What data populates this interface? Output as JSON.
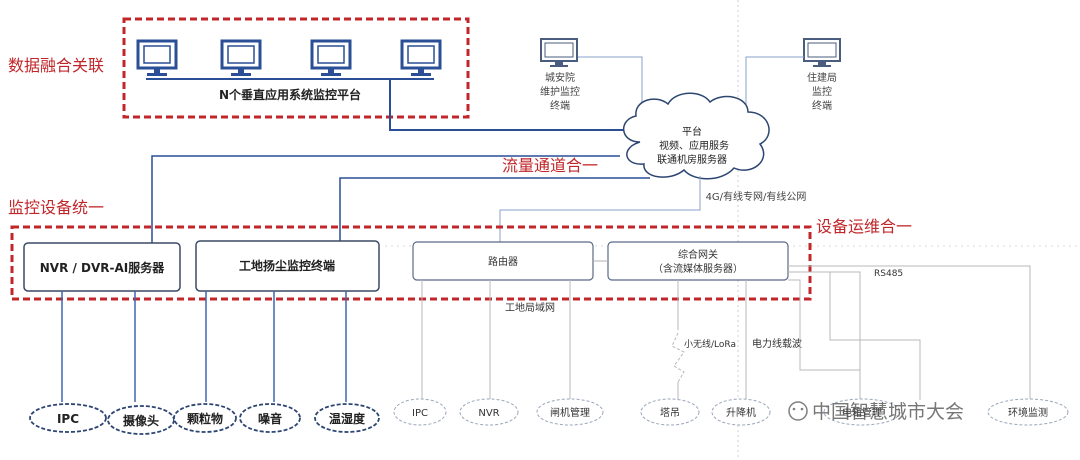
{
  "red_labels": {
    "fusion": "数据融合关联",
    "traffic": "流量通道合一",
    "device": "监控设备统一",
    "ops": "设备运维合一"
  },
  "platform_bar": "N个垂直应用系统监控平台",
  "terminals": {
    "urban": [
      "城安院",
      "维护监控",
      "终端"
    ],
    "housing": [
      "住建局",
      "监控",
      "终端"
    ]
  },
  "cloud": [
    "平台",
    "视频、应用服务",
    "联通机房服务器"
  ],
  "network_label": "4G/有线专网/有线公网",
  "boxes": {
    "nvr": "NVR / DVR-AI服务器",
    "dust": "工地扬尘监控终端",
    "router": "路由器",
    "gateway": [
      "综合网关",
      "（含流媒体服务器）"
    ]
  },
  "lan_label": "工地局域网",
  "rs485": "RS485",
  "wireless": "小无线/LoRa",
  "powerline": "电力线载波",
  "left_devices": [
    "IPC",
    "摄像头",
    "颗粒物",
    "噪音",
    "温湿度"
  ],
  "right_devices": [
    "IPC",
    "NVR",
    "闸机管理",
    "塔吊",
    "升降机",
    "电箱管理",
    "环境监测"
  ],
  "watermark": "中国智慧城市大会",
  "colors": {
    "red": "#c0262a",
    "blue": "#3b67b5",
    "gray": "#a8a8a8",
    "dark": "#2d4671"
  }
}
